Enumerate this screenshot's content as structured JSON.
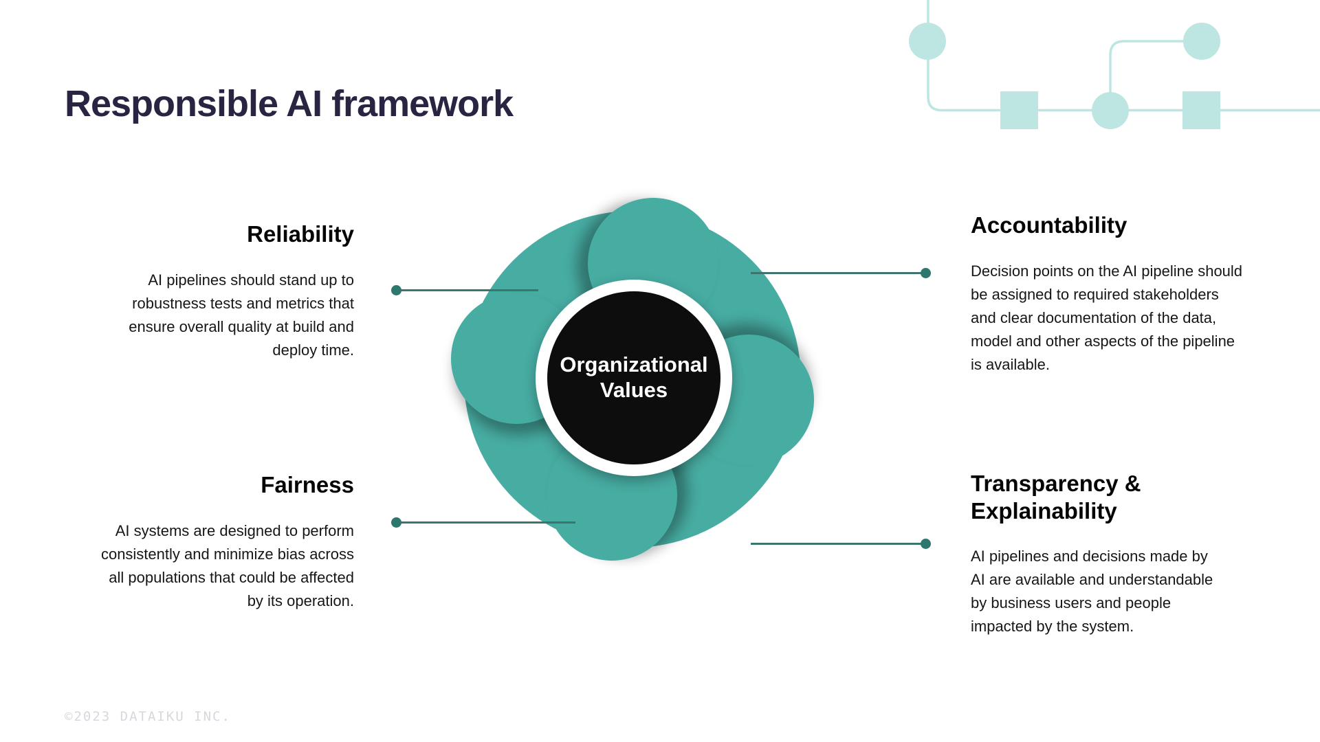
{
  "slide": {
    "title": "Responsible AI framework",
    "footer": "©2023 DATAIKU INC."
  },
  "diagram": {
    "center_label": "Organizational Values",
    "items": [
      {
        "id": "reliability",
        "title": "Reliability",
        "body": "AI pipelines should stand up to robustness tests and metrics that ensure overall quality at build and deploy time."
      },
      {
        "id": "accountability",
        "title": "Accountability",
        "body": "Decision points on the AI  pipeline should be assigned to required stakeholders and clear documentation of the data, model and other aspects of the pipeline is available."
      },
      {
        "id": "fairness",
        "title": "Fairness",
        "body": "AI systems are designed to perform consistently and minimize bias across all populations that could be affected by its operation."
      },
      {
        "id": "transparency",
        "title": "Transparency & Explainability",
        "body": "AI pipelines and decisions made by AI are available and understandable by business users and people impacted by the system."
      }
    ]
  },
  "colors": {
    "teal": "#47ACA2",
    "decoration_teal": "#BDE6E2",
    "connector_line": "#3B756D",
    "connector_dot": "#2E776E",
    "title_navy": "#282441",
    "core_black": "#0d0d0d",
    "footer_gray": "#D6D8DE"
  }
}
